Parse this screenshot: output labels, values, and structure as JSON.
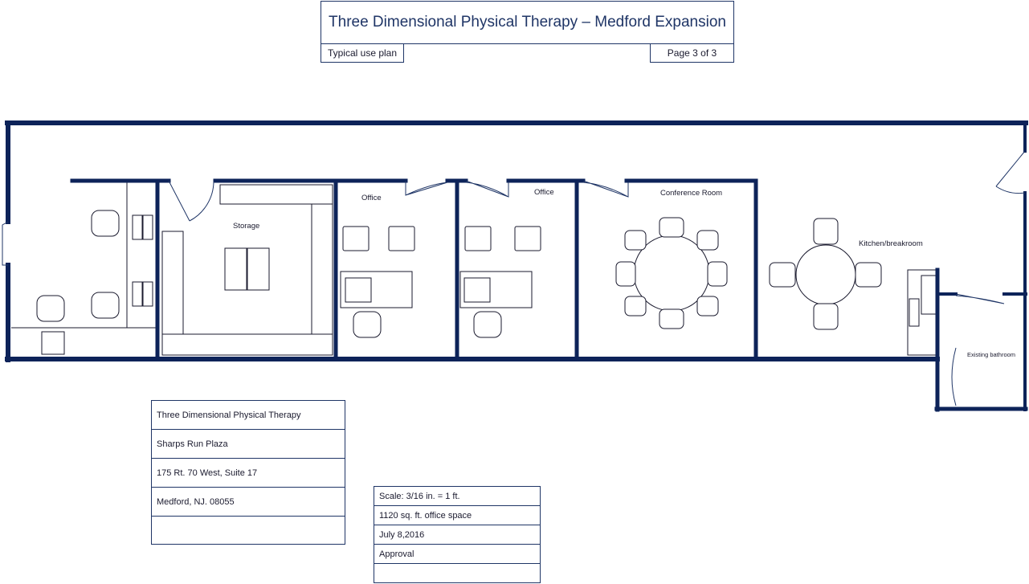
{
  "title": {
    "main": "Three Dimensional Physical Therapy – Medford Expansion",
    "left_tag": "Typical use plan",
    "right_tag": "Page 3 of 3"
  },
  "rooms": {
    "storage": "Storage",
    "office1": "Office",
    "office2": "Office",
    "conference": "Conference Room",
    "kitchen": "Kitchen/breakroom",
    "bathroom": "Existing bathroom"
  },
  "address_block": {
    "rows": [
      "Three Dimensional Physical Therapy",
      "Sharps Run Plaza",
      "175 Rt. 70 West, Suite 17",
      "Medford, NJ. 08055",
      ""
    ]
  },
  "info_block": {
    "rows": [
      "Scale: 3/16 in. = 1 ft.",
      "1120 sq. ft. office space",
      "July 8,2016",
      "Approval",
      ""
    ]
  },
  "colors": {
    "wall": "#0d2359",
    "line": "#1f3566"
  }
}
